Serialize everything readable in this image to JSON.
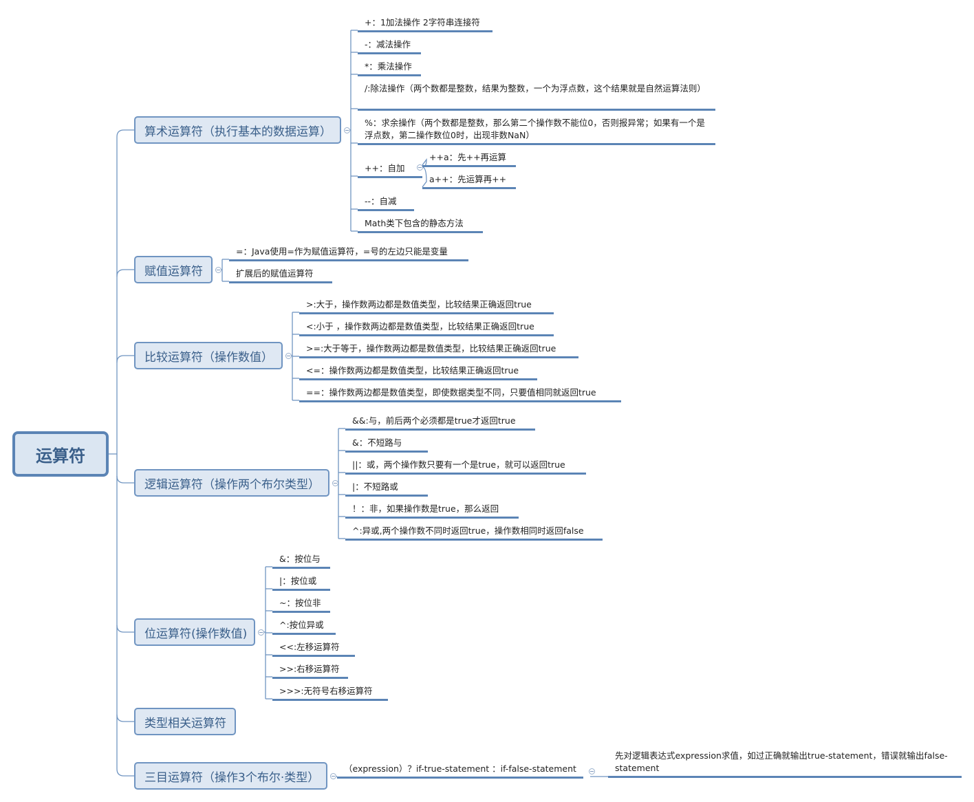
{
  "root": "运算符",
  "branches": [
    {
      "id": "arith",
      "label": "算术运算符（执行基本的数据运算）",
      "children": [
        {
          "text": "+：1加法操作 2字符串连接符"
        },
        {
          "text": "-：减法操作"
        },
        {
          "text": "*：乘法操作"
        },
        {
          "text": "/:除法操作（两个数都是整数，结果为整数，一个为浮点数，这个结果就是自然运算法则）"
        },
        {
          "text": "%：求余操作（两个数都是整数，那么第二个操作数不能位0，否则报异常；如果有一个是浮点数，第二操作数位0时，出现非数NaN）"
        },
        {
          "text": "++：自加",
          "children": [
            {
              "text": "++a：先++再运算"
            },
            {
              "text": "a++：先运算再++"
            }
          ]
        },
        {
          "text": "--：自减"
        },
        {
          "text": "Math类下包含的静态方法"
        }
      ]
    },
    {
      "id": "assign",
      "label": "赋值运算符",
      "children": [
        {
          "text": "=：Java使用=作为赋值运算符，=号的左边只能是变量"
        },
        {
          "text": "扩展后的赋值运算符"
        }
      ]
    },
    {
      "id": "compare",
      "label": "比较运算符（操作数值）",
      "children": [
        {
          "text": ">:大于，操作数两边都是数值类型，比较结果正确返回true"
        },
        {
          "text": "<:小于 ，操作数两边都是数值类型，比较结果正确返回true"
        },
        {
          "text": ">=:大于等于，操作数两边都是数值类型，比较结果正确返回true"
        },
        {
          "text": "<=：操作数两边都是数值类型，比较结果正确返回true"
        },
        {
          "text": "==：操作数两边都是数值类型，即使数据类型不同，只要值相同就返回true"
        }
      ]
    },
    {
      "id": "logic",
      "label": "逻辑运算符（操作两个布尔类型）",
      "children": [
        {
          "text": "&&:与，前后两个必须都是true才返回true"
        },
        {
          "text": "&：不短路与"
        },
        {
          "text": "||：或，两个操作数只要有一个是true，就可以返回true"
        },
        {
          "text": "|：不短路或"
        },
        {
          "text": "！：非，如果操作数是true，那么返回"
        },
        {
          "text": "^:异或,两个操作数不同时返回true，操作数相同时返回false"
        }
      ]
    },
    {
      "id": "bit",
      "label": "位运算符(操作数值)",
      "children": [
        {
          "text": "&：按位与"
        },
        {
          "text": "|：按位或"
        },
        {
          "text": "~：按位非"
        },
        {
          "text": "^:按位异或"
        },
        {
          "text": "<<:左移运算符"
        },
        {
          "text": ">>:右移运算符"
        },
        {
          "text": ">>>:无符号右移运算符"
        }
      ]
    },
    {
      "id": "type",
      "label": "类型相关运算符",
      "children": []
    },
    {
      "id": "ternary",
      "label": "三目运算符（操作3个布尔·类型）",
      "children": [
        {
          "text": "（expression）？if-true-statement ：if-false-statement",
          "children": [
            {
              "text": "先对逻辑表达式expression求值，如过正确就输出true-statement，错误就输出false-statement"
            }
          ]
        }
      ]
    }
  ]
}
